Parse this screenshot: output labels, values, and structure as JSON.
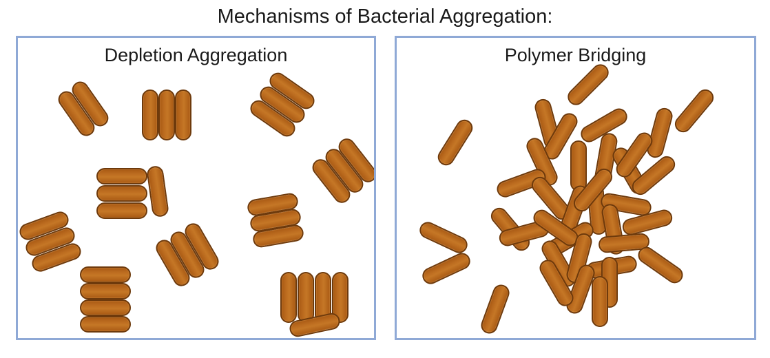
{
  "title": "Mechanisms of Bacterial Aggregation:",
  "panels": {
    "left": {
      "title": "Depletion Aggregation"
    },
    "right": {
      "title": "Polymer Bridging"
    }
  },
  "colors": {
    "bacteria_fill": "#b8661c",
    "bacteria_outline": "#6e3a0c",
    "panel_border": "#8fa9d6"
  }
}
